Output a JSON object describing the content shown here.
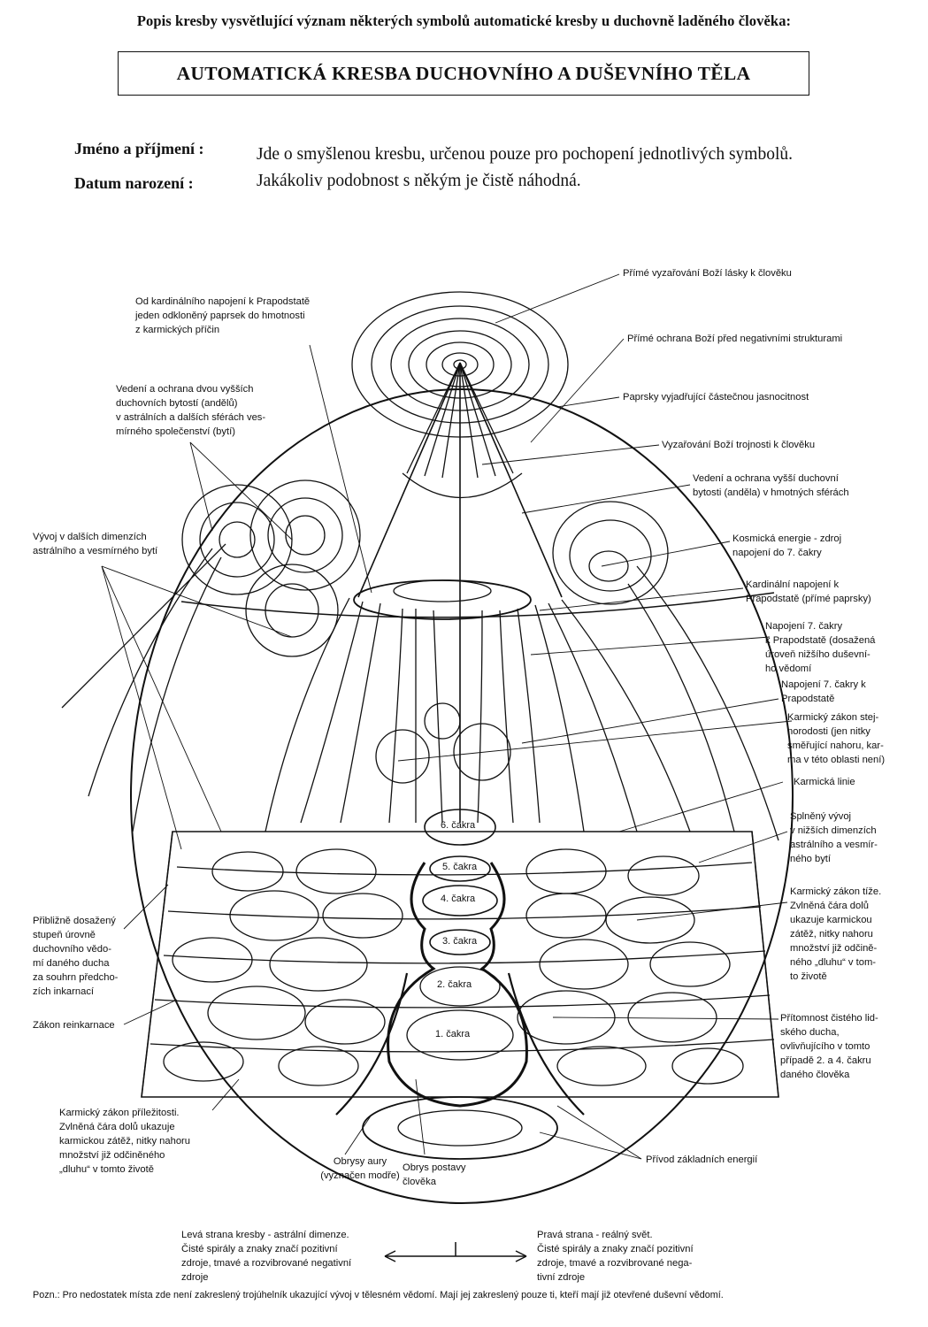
{
  "header": {
    "top_line": "Popis kresby vysvětlující význam některých symbolů automatické kresby u duchovně laděného člověka:",
    "title": "AUTOMATICKÁ KRESBA DUCHOVNÍHO A DUŠEVNÍHO TĚLA"
  },
  "form": {
    "name_label": "Jméno a příjmení :",
    "birth_label": "Datum narození :",
    "intro_text": "Jde o smyšlenou kresbu, určenou pouze pro pochopení jednotlivých symbolů. Jakákoliv podobnost s někým je čistě náhodná."
  },
  "chakras": {
    "c1": "1. čakra",
    "c2": "2. čakra",
    "c3": "3. čakra",
    "c4": "4. čakra",
    "c5": "5. čakra",
    "c6": "6. čakra"
  },
  "labels_left": {
    "kardinalni_paprsek": "Od kardinálního napojení k Prapodstatě\njeden odkloněný paprsek do hmotnosti\nz karmických příčin",
    "vedeni_dvou": "Vedení a ochrana dvou vyšších\nduchovních bytostí (andělů)\nv astrálních a dalších sférách ves-\nmírného společenství (bytí)",
    "vyvoj_dimenze": "Vývoj v dalších dimenzích\nastrálního a vesmírného bytí",
    "dosazeny_stupen": "Přibližně dosažený\nstupeň úrovně\nduchovního vědo-\nmí daného ducha\nza souhrn předcho-\nzích inkarnací",
    "reinkarnace": "Zákon reinkarnace",
    "prilezitost": "Karmický zákon příležitosti.\nZvlněná čára dolů ukazuje\nkarmickou zátěž, nitky nahoru\nmnožství již odčiněného\n„dluhu“ v tomto životě",
    "obrys_aury": "Obrysy aury\n(vyznačen modře)",
    "obrys_postavy": "Obrys postavy\nčlověka"
  },
  "labels_right": {
    "prime_vyzarovani": "Přímé vyzařování Boží lásky k člověku",
    "prime_ochrana": "Přímé ochrana Boží před negativními strukturami",
    "paprsky": "Paprsky vyjadřující částečnou jasnocitnost",
    "trojnost": "Vyzařování Boží trojnosti k člověku",
    "vedeni_vyssi": "Vedení a ochrana vyšší duchovní\nbytosti (anděla) v hmotných sférách",
    "kosmicka": "Kosmická energie - zdroj\nnapojení do 7. čakry",
    "kardinalni": "Kardinální napojení k\nPrapodstatě (přímé paprsky)",
    "napojeni7a": "Napojení 7. čakry\nk Prapodstatě (dosažená\núroveň nižšího duševní-\nho vědomí",
    "napojeni7b": "Napojení 7. čakry k\nPrapodstatě",
    "stejnorodost": "Karmický zákon stej-\nnorodosti (jen nitky\nsměřující nahoru, kar-\nma v této oblasti není)",
    "karmicka_linie": "Karmická linie",
    "splneny": "Splněný vývoj\nv nižších dimenzích\nastrálního a vesmír-\nného bytí",
    "tize": "Karmický zákon tíže.\nZvlněná čára dolů\nukazuje karmickou\nzátěž, nitky nahoru\nmnožství již odčině-\nného „dluhu“ v tom-\nto životě",
    "pritomnost": "Přítomnost čistého lid-\nského ducha,\novlivňujícího v tomto\npřípadě 2. a 4. čakru\ndaného člověka",
    "privod": "Přívod základních energií"
  },
  "legend": {
    "left": "Levá strana kresby - astrální dimenze.\nČisté spirály a znaky značí pozitivní\nzdroje, tmavé a rozvibrované negativní\nzdroje",
    "right": "Pravá strana - reálný svět.\nČisté spirály a znaky značí pozitivní\nzdroje, tmavé a rozvibrované nega-\ntivní zdroje"
  },
  "footnote": "Pozn.: Pro nedostatek místa zde není zakreslený trojúhelník ukazující vývoj v tělesném vědomí. Mají jej zakreslený pouze ti, kteří mají již otevřené duševní vědomí."
}
